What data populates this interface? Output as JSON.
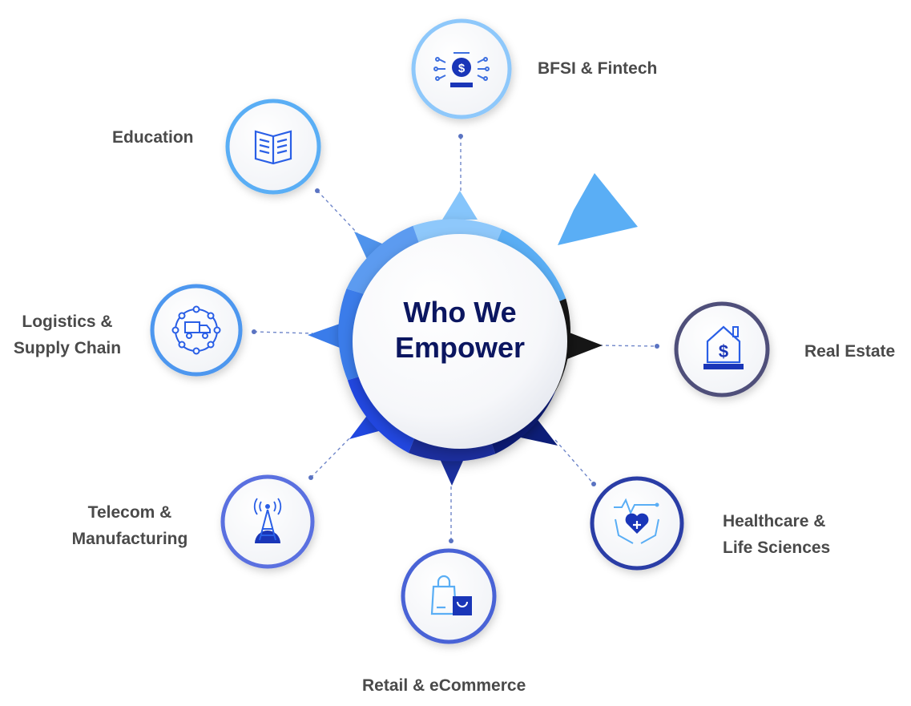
{
  "center": {
    "line1": "Who We",
    "line2": "Empower"
  },
  "sectors": [
    {
      "id": "bfsi",
      "lines": [
        "BFSI & Fintech"
      ],
      "icon": "bank-dollar-circuit-icon"
    },
    {
      "id": "real-estate",
      "lines": [
        "Real Estate"
      ],
      "icon": "house-dollar-icon"
    },
    {
      "id": "healthcare",
      "lines": [
        "Healthcare &",
        "Life Sciences"
      ],
      "icon": "heart-hands-icon"
    },
    {
      "id": "retail",
      "lines": [
        "Retail & eCommerce"
      ],
      "icon": "shopping-bag-icon"
    },
    {
      "id": "telecom",
      "lines": [
        "Telecom &",
        "Manufacturing"
      ],
      "icon": "antenna-tower-gear-icon"
    },
    {
      "id": "logistics",
      "lines": [
        "Logistics &",
        "Supply Chain"
      ],
      "icon": "truck-network-icon"
    },
    {
      "id": "education",
      "lines": [
        "Education"
      ],
      "icon": "open-book-icon"
    }
  ],
  "colors": {
    "title": "#0b1660",
    "label": "#4a4a4a",
    "sky": "#5aaef5",
    "light_blue": "#86c5fb",
    "royal": "#2a5fe6",
    "navy": "#0d1e78",
    "black": "#161616",
    "slate": "#4f4f7a"
  }
}
